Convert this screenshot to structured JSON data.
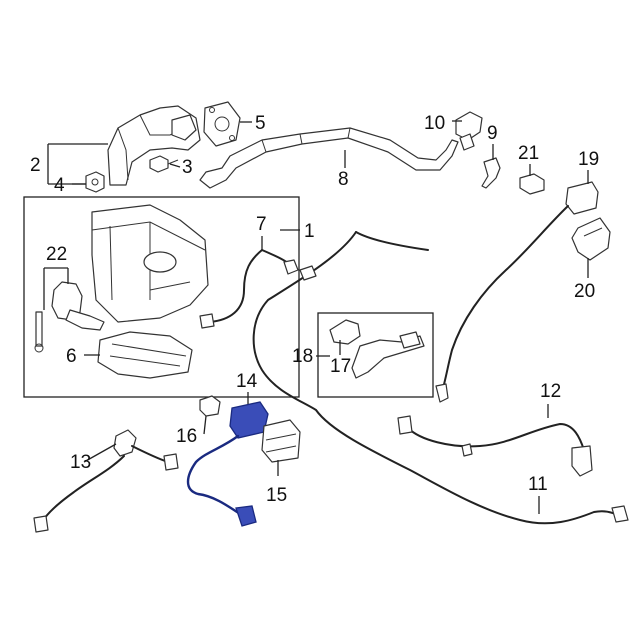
{
  "callouts": [
    {
      "id": "1",
      "text": "1"
    },
    {
      "id": "2",
      "text": "2"
    },
    {
      "id": "3",
      "text": "3"
    },
    {
      "id": "4",
      "text": "4"
    },
    {
      "id": "5",
      "text": "5"
    },
    {
      "id": "6",
      "text": "6"
    },
    {
      "id": "7",
      "text": "7"
    },
    {
      "id": "8",
      "text": "8"
    },
    {
      "id": "9",
      "text": "9"
    },
    {
      "id": "10",
      "text": "10"
    },
    {
      "id": "11",
      "text": "11"
    },
    {
      "id": "12",
      "text": "12"
    },
    {
      "id": "13",
      "text": "13"
    },
    {
      "id": "14",
      "text": "14"
    },
    {
      "id": "15",
      "text": "15"
    },
    {
      "id": "16",
      "text": "16"
    },
    {
      "id": "17",
      "text": "17"
    },
    {
      "id": "18",
      "text": "18"
    },
    {
      "id": "19",
      "text": "19"
    },
    {
      "id": "20",
      "text": "20"
    },
    {
      "id": "21",
      "text": "21"
    },
    {
      "id": "22",
      "text": "22"
    }
  ],
  "colors": {
    "line": "#222222",
    "highlight": "#3a4db8",
    "background": "#ffffff"
  }
}
